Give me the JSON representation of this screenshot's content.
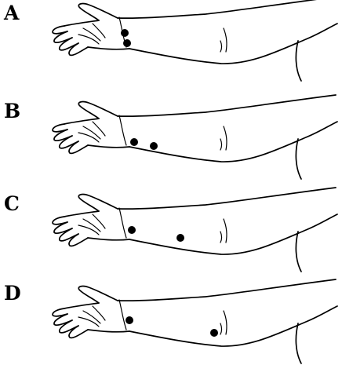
{
  "panels": [
    {
      "label": "A",
      "sites": 2
    },
    {
      "label": "B",
      "sites": 2
    },
    {
      "label": "C",
      "sites": 2
    },
    {
      "label": "D",
      "sites": 2
    }
  ],
  "colors": {
    "ink": "#000000",
    "background": "#ffffff"
  }
}
